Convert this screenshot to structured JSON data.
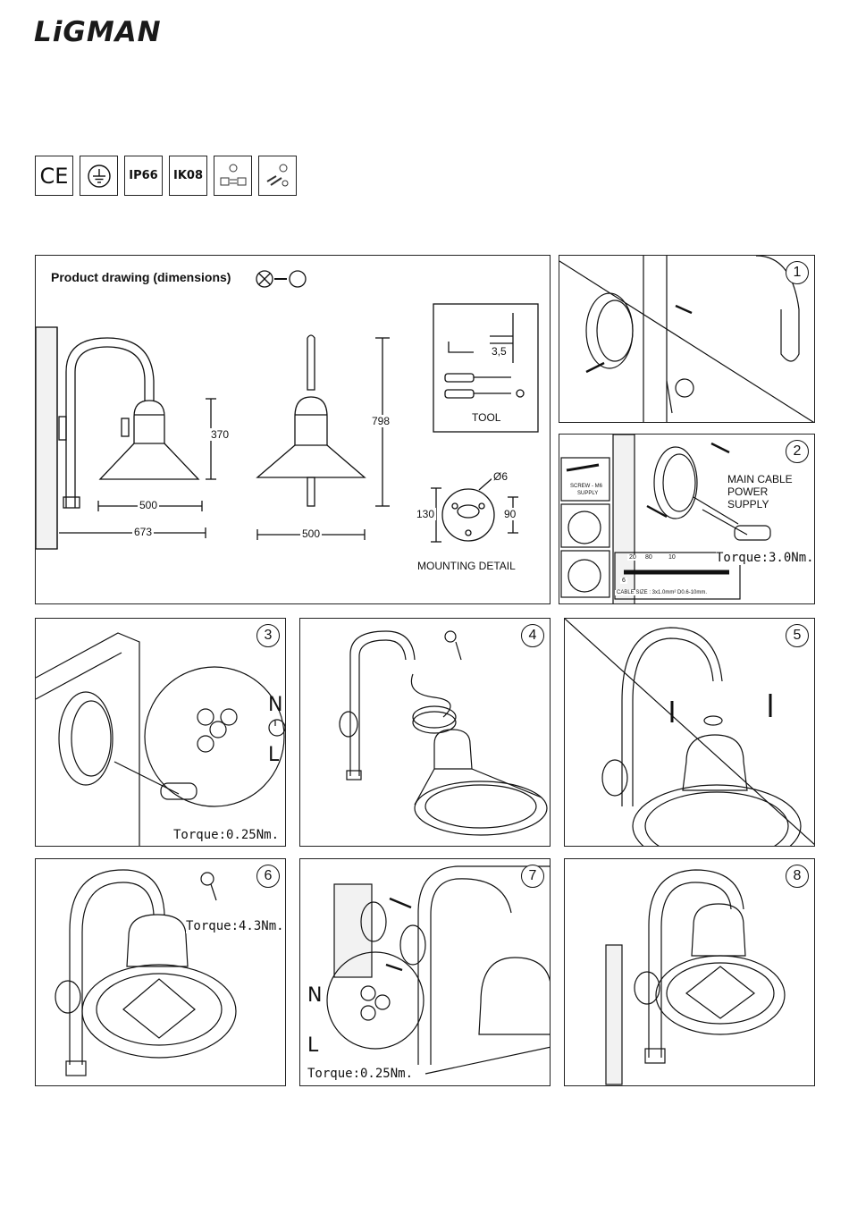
{
  "brand": {
    "name": "LiGMAN"
  },
  "badges": [
    {
      "name": "ce-mark",
      "label": "CE"
    },
    {
      "name": "earth-ground",
      "label": ""
    },
    {
      "name": "ip-rating",
      "label": "IP66"
    },
    {
      "name": "ik-rating",
      "label": "IK08"
    },
    {
      "name": "voltage-icon",
      "label": ""
    },
    {
      "name": "tools-icon",
      "label": ""
    }
  ],
  "dimensions_panel": {
    "title": "Product drawing (dimensions)",
    "dims": {
      "height_side": "370",
      "width_shade": "500",
      "projection": "673",
      "height_total": "798",
      "width_front": "500"
    },
    "tool": {
      "label": "TOOL",
      "hex_size": "3,5"
    },
    "mounting": {
      "label": "MOUNTING DETAIL",
      "hole": "Ø6",
      "height": "130",
      "width": "90"
    }
  },
  "steps": [
    {
      "num": "1"
    },
    {
      "num": "2",
      "cable_label_1": "MAIN CABLE",
      "cable_label_2": "POWER SUPPLY",
      "torque": "Torque:3.0Nm.",
      "screw_label_1": "SCREW - M6",
      "screw_label_2": "SUPPLY",
      "strip_a": "20",
      "strip_b": "80",
      "strip_c": "10",
      "strip_d": "6",
      "cable_size": "CABLE SIZE : 3x1.0mm² D0.6-10mm."
    },
    {
      "num": "3",
      "torque": "Torque:0.25Nm.",
      "n": "N",
      "l": "L"
    },
    {
      "num": "4"
    },
    {
      "num": "5"
    },
    {
      "num": "6",
      "torque": "Torque:4.3Nm."
    },
    {
      "num": "7",
      "torque": "Torque:0.25Nm.",
      "n": "N",
      "l": "L"
    },
    {
      "num": "8"
    }
  ]
}
